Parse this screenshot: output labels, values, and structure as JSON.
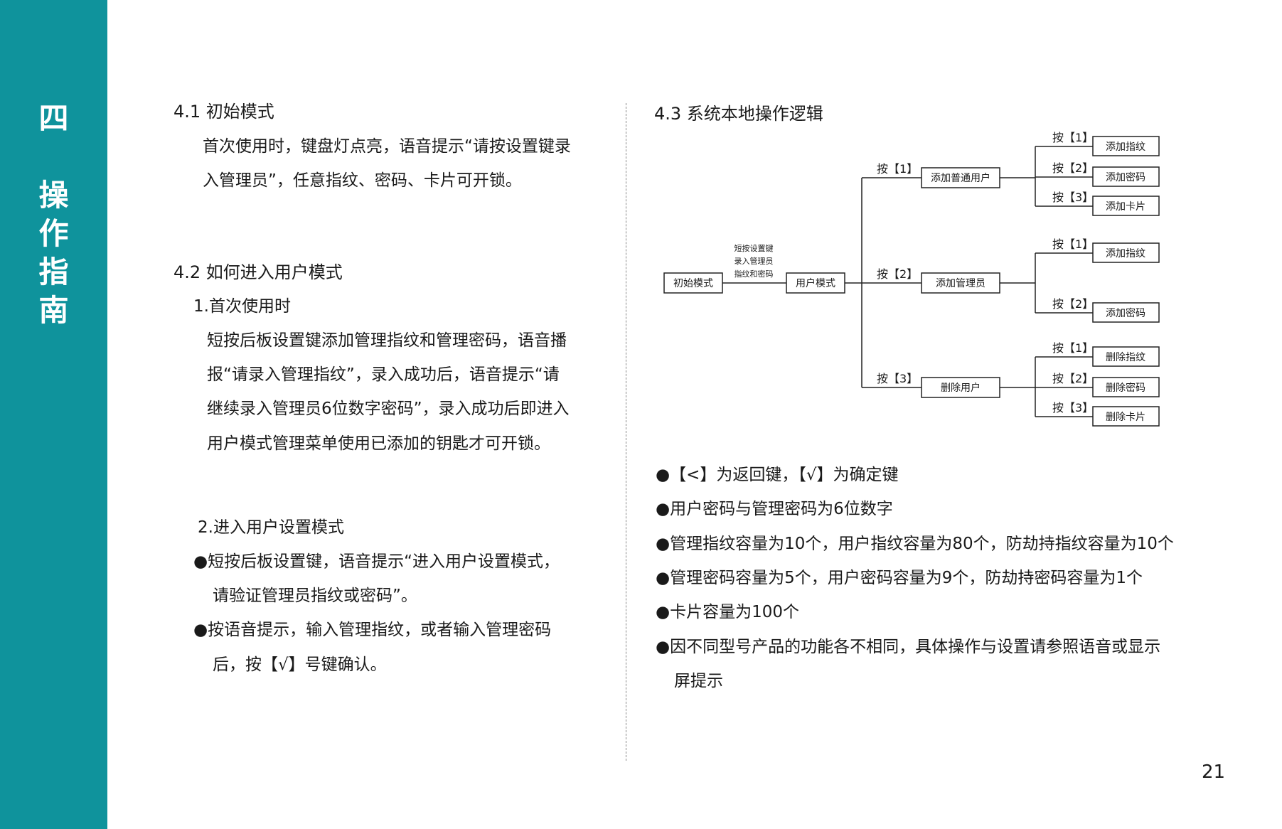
{
  "sidebar": {
    "chars": [
      "四",
      "操",
      "作",
      "指",
      "南"
    ],
    "bg_color": "#0f939c"
  },
  "left": {
    "s41": {
      "title": "4.1 初始模式",
      "lines": [
        "首次使用时，键盘灯点亮，语音提示“请按设置键录",
        "入管理员”，任意指纹、密码、卡片可开锁。"
      ]
    },
    "s42": {
      "title": "4.2 如何进入用户模式",
      "sub1": "1.首次使用时",
      "p1": [
        "短按后板设置键添加管理指纹和管理密码，语音播",
        "报“请录入管理指纹”，录入成功后，语音提示“请",
        "继续录入管理员6位数字密码”，录入成功后即进入",
        "用户模式管理菜单使用已添加的钥匙才可开锁。"
      ],
      "sub2": "2.进入用户设置模式",
      "p2": [
        "●短按后板设置键，语音提示“进入用户设置模式，",
        "请验证管理员指纹或密码”。",
        "●按语音提示，输入管理指纹，或者输入管理密码",
        "后，按【√】号键确认。"
      ]
    }
  },
  "right": {
    "s43": {
      "title": "4.3 系统本地操作逻辑"
    },
    "flow": {
      "init_mode": "初始模式",
      "note": [
        "短按设置键",
        "录入管理员",
        "指纹和密码"
      ],
      "user_mode": "用户模式",
      "branches": [
        {
          "key": "按【1】",
          "name": "添加普通用户",
          "subs": [
            {
              "key": "按【1】",
              "name": "添加指纹"
            },
            {
              "key": "按【2】",
              "name": "添加密码"
            },
            {
              "key": "按【3】",
              "name": "添加卡片"
            }
          ]
        },
        {
          "key": "按【2】",
          "name": "添加管理员",
          "subs": [
            {
              "key": "按【1】",
              "name": "添加指纹"
            },
            {
              "key": "按【2】",
              "name": "添加密码"
            }
          ]
        },
        {
          "key": "按【3】",
          "name": "删除用户",
          "subs": [
            {
              "key": "按【1】",
              "name": "删除指纹"
            },
            {
              "key": "按【2】",
              "name": "删除密码"
            },
            {
              "key": "按【3】",
              "name": "删除卡片"
            }
          ]
        }
      ]
    },
    "notes": [
      "●【<】为返回键，【√】为确定键",
      "●用户密码与管理密码为6位数字",
      "●管理指纹容量为10个，用户指纹容量为80个，防劫持指纹容量为10个",
      "●管理密码容量为5个，用户密码容量为9个，防劫持密码容量为1个",
      "●卡片容量为100个",
      "●因不同型号产品的功能各不相同，具体操作与设置请参照语音或显示",
      "屏提示"
    ]
  },
  "page_number": "21"
}
